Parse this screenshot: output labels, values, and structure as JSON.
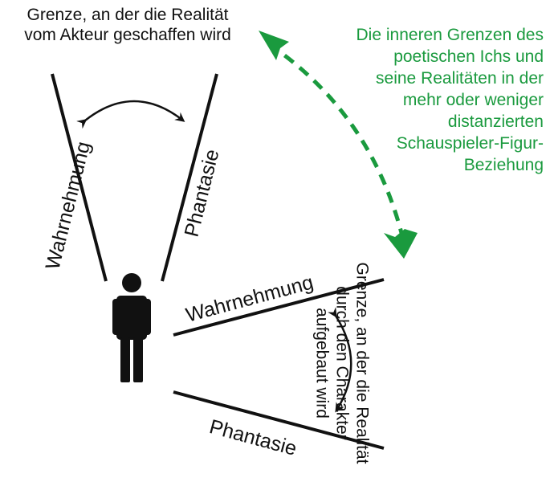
{
  "labels": {
    "top_left": [
      "Grenze, an der die Realität",
      "vom Akteur geschaffen wird"
    ],
    "top_right": [
      "Die inneren Grenzen des",
      "poetischen Ichs und",
      "seine Realitäten in der",
      "mehr oder weniger",
      "distanzierten",
      "Schauspieler-Figur-",
      "Beziehung"
    ],
    "left_wahrnehmung": "Wahrnehmung",
    "left_phantasie": "Phantasie",
    "right_wahrnehmung": "Wahrnehmung",
    "right_phantasie": "Phantasie",
    "right_vertical": [
      "Grenze, an der die Realität",
      "durch den Charakter",
      "aufgebaut wird"
    ]
  },
  "icons": {
    "person": "person-icon",
    "double_arrow_top": "curved-double-arrow-icon",
    "double_arrow_right": "curved-double-arrow-icon",
    "dashed_arrow": "dashed-double-arrow-icon"
  },
  "colors": {
    "ink": "#111111",
    "accent_green": "#1a9a3e"
  }
}
